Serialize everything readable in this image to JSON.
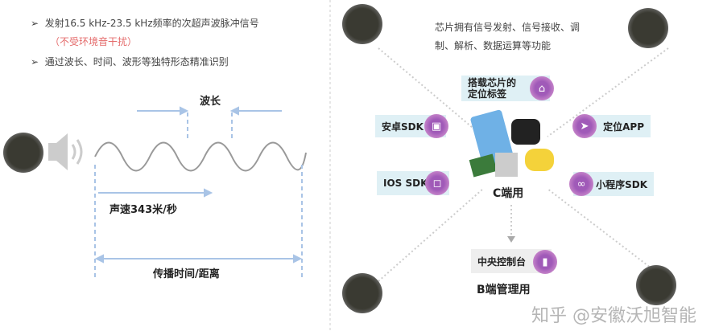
{
  "left": {
    "bullets": [
      "发射16.5 kHz-23.5 kHz频率的次超声波脉冲信号",
      "通过波长、时间、波形等独特形态精准识别"
    ],
    "note": "（不受环境音干扰）",
    "wavelength_label": "波长",
    "speed_label": "声速343米/秒",
    "distance_label": "传播时间/距离"
  },
  "right": {
    "description": [
      "芯片拥有信号发射、信号接收、调",
      "制、解析、数据运算等功能"
    ],
    "tag_label": [
      "搭载芯片的",
      "定位标签"
    ],
    "android_sdk": "安卓SDK",
    "ios_sdk": "IOS SDK",
    "locate_app": "定位APP",
    "miniprogram_sdk": "小程序SDK",
    "c_end": "C端用",
    "console": "中央控制台",
    "b_end": "B端管理用"
  },
  "watermark": "知乎 @安徽沃旭智能",
  "colors": {
    "accent": "#a05ab8",
    "box": "#dff0f5",
    "line": "#a9c4e6",
    "note": "#e46a6a"
  }
}
